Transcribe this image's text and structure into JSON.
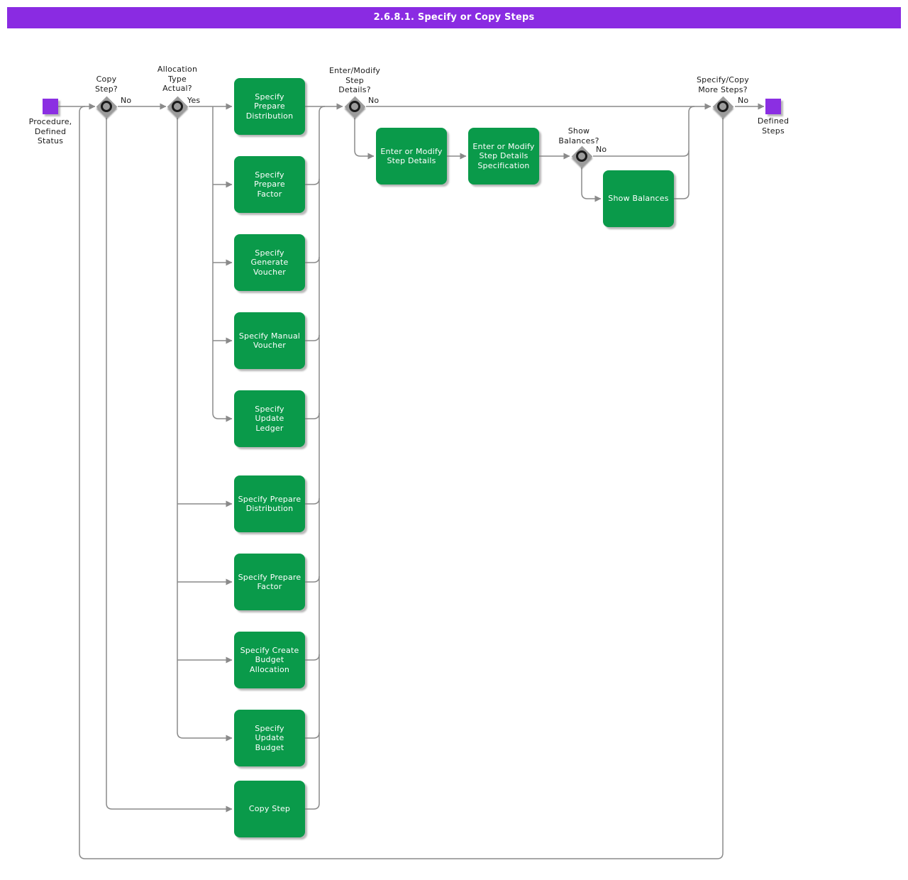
{
  "title": "2.6.8.1. Specify or Copy Steps",
  "colors": {
    "header_bg": "#8A2BE2",
    "task_fill": "#0A9A4A",
    "task_text": "#FFFFFF",
    "event_fill": "#8B2FE2",
    "gateway_fill": "#9C9C9C",
    "line": "#8A8A8A",
    "label_text": "#1A1A1A"
  },
  "events": {
    "start": {
      "label": "Procedure,\nDefined\nStatus"
    },
    "end": {
      "label": "Defined\nSteps"
    }
  },
  "gateways": {
    "copy_step": {
      "question": "Copy\nStep?",
      "answer": "No"
    },
    "allocation_type": {
      "question": "Allocation\nType\nActual?",
      "answer": "Yes"
    },
    "enter_modify_details": {
      "question": "Enter/Modify\nStep\nDetails?",
      "answer": "No"
    },
    "show_balances": {
      "question": "Show\nBalances?",
      "answer": "No"
    },
    "more_steps": {
      "question": "Specify/Copy\nMore Steps?",
      "answer": "No"
    }
  },
  "tasks": {
    "specify_prepare_distribution_actual": {
      "label": "Specify\nPrepare\nDistribution"
    },
    "specify_prepare_factor_actual": {
      "label": "Specify\nPrepare\nFactor"
    },
    "specify_generate_voucher": {
      "label": "Specify\nGenerate\nVoucher"
    },
    "specify_manual_voucher": {
      "label": "Specify Manual\nVoucher"
    },
    "specify_update_ledger": {
      "label": "Specify\nUpdate\nLedger"
    },
    "specify_prepare_distribution_budget": {
      "label": "Specify Prepare\nDistribution"
    },
    "specify_prepare_factor_budget": {
      "label": "Specify Prepare\nFactor"
    },
    "specify_create_budget_allocation": {
      "label": "Specify Create\nBudget\nAllocation"
    },
    "specify_update_budget": {
      "label": "Specify\nUpdate\nBudget"
    },
    "copy_step": {
      "label": "Copy Step"
    },
    "enter_or_modify_step_details": {
      "label": "Enter or Modify\nStep Details"
    },
    "enter_or_modify_step_details_specification": {
      "label": "Enter or Modify\nStep Details\nSpecification"
    },
    "show_balances": {
      "label": "Show Balances"
    }
  }
}
